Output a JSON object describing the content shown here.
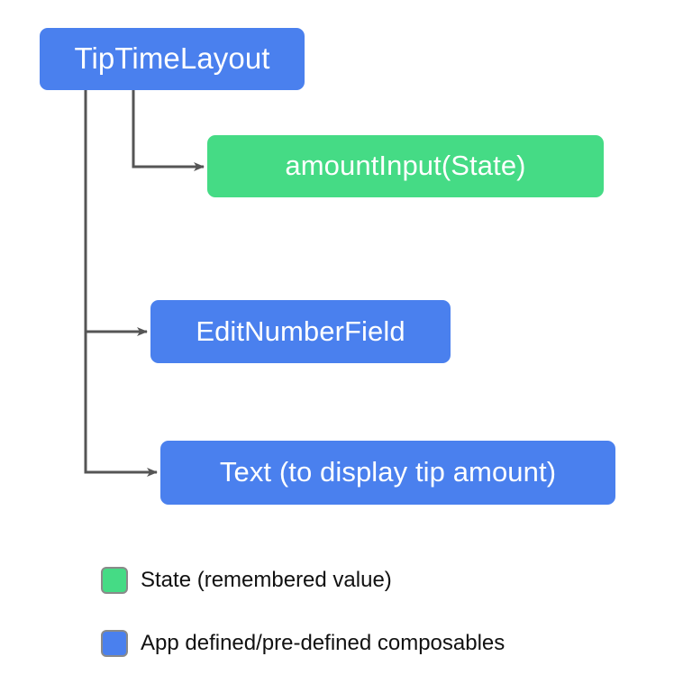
{
  "diagram": {
    "title": "TipTime composable hierarchy",
    "type": "tree-diagram",
    "background_color": "#ffffff",
    "colors": {
      "composable": "#4a80ee",
      "state": "#45db85",
      "connector": "#555555",
      "legend_border": "#8a8a8a",
      "node_text": "#ffffff",
      "legend_text": "#111111"
    },
    "nodes": [
      {
        "id": "tiptimelayout",
        "label": "TipTimeLayout",
        "category": "composable",
        "color": "#4a80ee"
      },
      {
        "id": "amountinput",
        "label": "amountInput(State)",
        "category": "state",
        "color": "#45db85"
      },
      {
        "id": "editnumberfield",
        "label": "EditNumberField",
        "category": "composable",
        "color": "#4a80ee"
      },
      {
        "id": "text-display",
        "label": "Text (to display tip amount)",
        "category": "composable",
        "color": "#4a80ee"
      }
    ],
    "edges": [
      {
        "from": "tiptimelayout",
        "to": "amountinput",
        "style": "elbow-arrow"
      },
      {
        "from": "tiptimelayout",
        "to": "editnumberfield",
        "style": "elbow-arrow"
      },
      {
        "from": "tiptimelayout",
        "to": "text-display",
        "style": "elbow-arrow"
      }
    ]
  },
  "legend": {
    "items": [
      {
        "swatch": "state",
        "color": "#45db85",
        "label": "State (remembered value)"
      },
      {
        "swatch": "composable",
        "color": "#4a80ee",
        "label": "App defined/pre-defined composables"
      }
    ]
  }
}
